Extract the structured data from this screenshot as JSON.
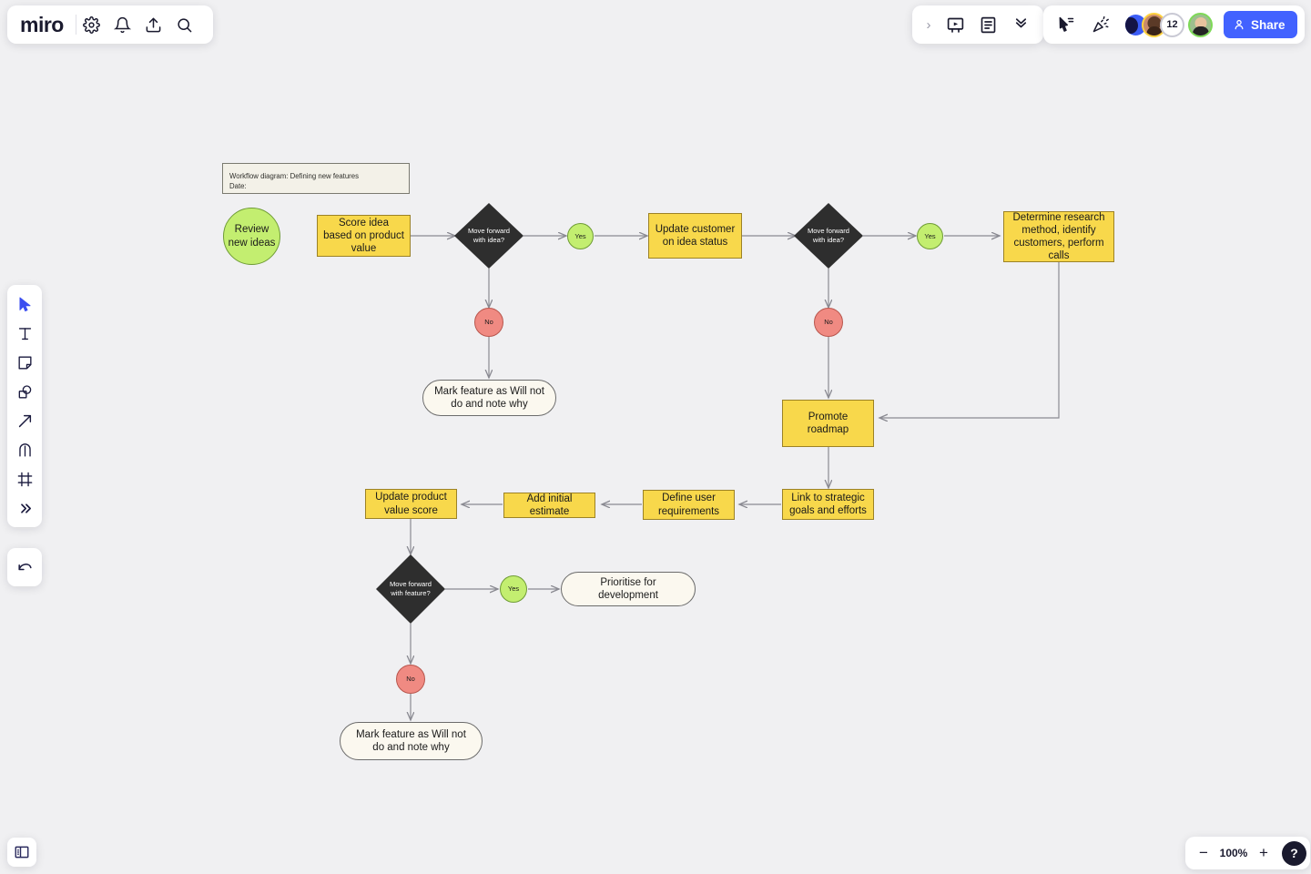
{
  "app": {
    "name": "miro",
    "canvas_bg": "#f0f0f2",
    "accent": "#4262ff"
  },
  "brandbar": {
    "logo": "miro",
    "buttons": [
      {
        "name": "settings-gear-icon",
        "label": "Settings"
      },
      {
        "name": "notifications-bell-icon",
        "label": "Notifications"
      },
      {
        "name": "upload-icon",
        "label": "Upload"
      },
      {
        "name": "search-icon",
        "label": "Search"
      }
    ]
  },
  "topcenter": {
    "expand_label": "›",
    "buttons": [
      {
        "name": "presentation-icon",
        "label": "Presentation mode"
      },
      {
        "name": "notes-document-icon",
        "label": "Notes"
      },
      {
        "name": "chevron-double-down-icon",
        "label": "More"
      }
    ]
  },
  "topright": {
    "buttons": [
      {
        "name": "cursor-select-icon",
        "label": "Cursor"
      },
      {
        "name": "celebrate-confetti-icon",
        "label": "Celebrate"
      }
    ],
    "avatars": [
      {
        "name": "avatar-blue-shape",
        "label": ""
      },
      {
        "name": "avatar-user-yellow-ring",
        "label": ""
      },
      {
        "name": "avatar-overflow-count",
        "label": "12"
      },
      {
        "name": "avatar-user-green-ring",
        "label": ""
      }
    ],
    "share_label": "Share"
  },
  "toolrail": {
    "tools": [
      {
        "name": "select-cursor-tool",
        "label": "Select"
      },
      {
        "name": "text-tool",
        "label": "Text"
      },
      {
        "name": "sticky-note-tool",
        "label": "Sticky note"
      },
      {
        "name": "shapes-tool",
        "label": "Shapes"
      },
      {
        "name": "connector-arrow-tool",
        "label": "Connection line"
      },
      {
        "name": "pen-draw-tool",
        "label": "Pen"
      },
      {
        "name": "frame-tool",
        "label": "Frame"
      },
      {
        "name": "more-tools-chevrons",
        "label": "More tools"
      }
    ],
    "undo": {
      "name": "undo-arrow-icon",
      "label": "Undo"
    }
  },
  "bottombar": {
    "panel_toggle": {
      "name": "panel-toggle-icon",
      "label": "Toggle panel"
    },
    "zoom_out": "−",
    "zoom_value": "100%",
    "zoom_in": "+",
    "help": "?"
  },
  "board": {
    "title_card": {
      "line1": "Workflow diagram: Defining new features",
      "line2": "Date:"
    },
    "nodes": {
      "review_new_ideas": "Review new ideas",
      "score_idea": "Score idea based on product value",
      "decision_1": "Move forward with idea?",
      "yes_1": "Yes",
      "no_1": "No",
      "update_customer": "Update customer on idea status",
      "decision_2": "Move forward with idea?",
      "yes_2": "Yes",
      "no_2": "No",
      "determine_research": "Determine research method, identify customers, perform calls",
      "mark_will_not_do_1": "Mark feature as Will not do and note why",
      "promote_roadmap": "Promote roadmap",
      "link_strategic_goals": "Link to strategic goals and efforts",
      "define_user_requirements": "Define user requirements",
      "add_initial_estimate": "Add initial estimate",
      "update_product_value_score": "Update product value score",
      "decision_3": "Move forward with feature?",
      "yes_3": "Yes",
      "no_3": "No",
      "prioritise_for_development": "Prioritise for development",
      "mark_will_not_do_2": "Mark feature as Will not do and note why"
    },
    "colors": {
      "yellow_fill": "#f8d84b",
      "yellow_stroke": "#9c8226",
      "green_fill": "#c3ee70",
      "green_stroke": "#6f9c36",
      "red_fill": "#f08a82",
      "red_stroke": "#b8564d",
      "dark_fill": "#2e2e2e",
      "cream_fill": "#fbf8ef",
      "connector": "#8a8a92"
    }
  }
}
